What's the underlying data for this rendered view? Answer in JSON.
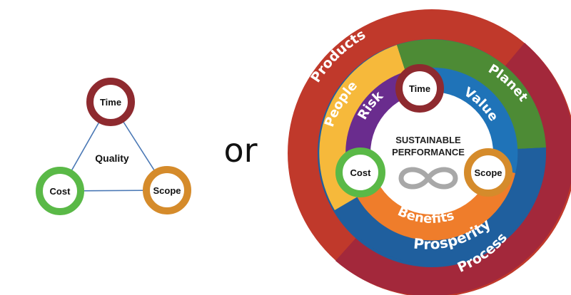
{
  "triangle": {
    "center_label": "Quality",
    "nodes": [
      {
        "key": "time",
        "label": "Time",
        "ring_color": "#8e2a2f"
      },
      {
        "key": "cost",
        "label": "Cost",
        "ring_color": "#5ab947"
      },
      {
        "key": "scope",
        "label": "Scope",
        "ring_color": "#d58b2b"
      }
    ],
    "edge_color": "#4a78b5"
  },
  "connector_word": "or",
  "wheel": {
    "center_title_line1": "SUSTAINABLE",
    "center_title_line2": "PERFORMANCE",
    "outer_ring": [
      {
        "label": "Products",
        "color": "#c0392b"
      },
      {
        "label": "Process",
        "color": "#a3283b"
      }
    ],
    "middle_ring": [
      {
        "label": "People",
        "color": "#f6b93b"
      },
      {
        "label": "Planet",
        "color": "#4d8b35"
      },
      {
        "label": "Prosperity",
        "color": "#1f5f9e"
      }
    ],
    "inner_ring": [
      {
        "label": "Risk",
        "color": "#6a2c8e"
      },
      {
        "label": "Value",
        "color": "#1f73b8"
      },
      {
        "label": "Benefits",
        "color": "#ef7d2b"
      }
    ],
    "nodes": [
      {
        "key": "time",
        "label": "Time",
        "ring_color": "#8e2a2f"
      },
      {
        "key": "cost",
        "label": "Cost",
        "ring_color": "#5ab947"
      },
      {
        "key": "scope",
        "label": "Scope",
        "ring_color": "#d58b2b"
      }
    ],
    "infinity_icon_color": "#a8a8a8"
  }
}
